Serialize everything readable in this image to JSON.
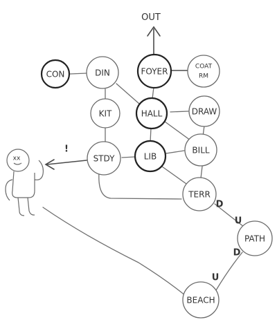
{
  "diagram": {
    "out_label": "OUT",
    "nodes": {
      "con": "CON",
      "din": "DIN",
      "foyer": "FOYER",
      "coat_1": "COAT",
      "coat_2": "RM",
      "kit": "KIT",
      "hall": "HALL",
      "draw": "DRAW",
      "stdy": "STDY",
      "lib": "LIB",
      "bill": "BILL",
      "terr": "TERR",
      "path": "PATH",
      "beach": "BEACH"
    },
    "directions": {
      "terr_path_1": "D",
      "terr_path_2": "U",
      "path_beach_1": "D",
      "path_beach_2": "U"
    },
    "exclamation": "!",
    "figure_face": "xx"
  }
}
